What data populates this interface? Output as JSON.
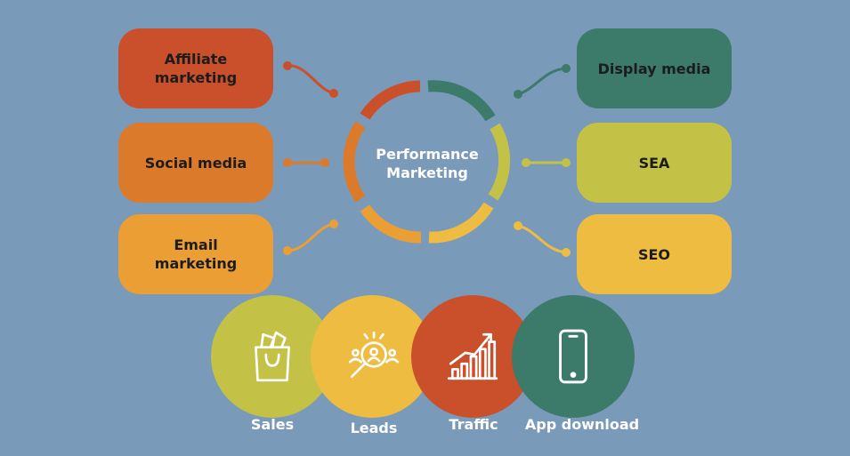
{
  "center": {
    "line1": "Performance",
    "line2": "Marketing"
  },
  "left_boxes": [
    {
      "line1": "Affiliate",
      "line2": "marketing"
    },
    {
      "line1": "Social media",
      "line2": ""
    },
    {
      "line1": "Email",
      "line2": "marketing"
    }
  ],
  "right_boxes": [
    {
      "label": "Display media"
    },
    {
      "label": "SEA"
    },
    {
      "label": "SEO"
    }
  ],
  "outcomes": [
    {
      "label": "Sales",
      "icon": "shopping-bag-icon"
    },
    {
      "label": "Leads",
      "icon": "magnifier-people-icon"
    },
    {
      "label": "Traffic",
      "icon": "growth-chart-icon"
    },
    {
      "label": "App download",
      "icon": "smartphone-icon"
    }
  ],
  "colors": {
    "background": "#7a9aba",
    "red": "#c9502b",
    "dark_orange": "#dc7a2b",
    "orange": "#eb9e33",
    "teal": "#3c7a6a",
    "lime": "#c3c146",
    "yellow": "#edbc40"
  }
}
